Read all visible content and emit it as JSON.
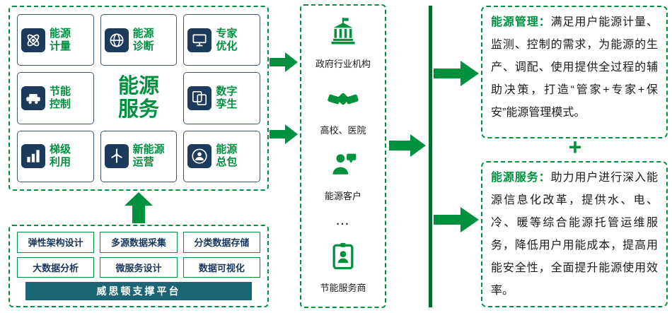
{
  "colors": {
    "green": "#00913F",
    "dark_green": "#046A31",
    "navy": "#1C3A5C",
    "teal": "#1B6675"
  },
  "left_panel": {
    "center_label": "能源\n服务",
    "items": [
      {
        "label": "能源\n计量",
        "icon": "atom-icon"
      },
      {
        "label": "能源\n诊断",
        "icon": "globe-icon"
      },
      {
        "label": "专家\n优化",
        "icon": "monitor-icon"
      },
      {
        "label": "节能\n控制",
        "icon": "car-icon"
      },
      {
        "label": "数字\n孪生",
        "icon": "twin-panels-icon"
      },
      {
        "label": "梯级\n利用",
        "icon": "level-bars-icon"
      },
      {
        "label": "新能源\n运营",
        "icon": "wind-turbine-icon"
      },
      {
        "label": "能源\n总包",
        "icon": "person-circle-icon"
      }
    ]
  },
  "platform_panel": {
    "items": [
      "弹性架构设计",
      "多源数据采集",
      "分类数据存储",
      "大数据分析",
      "微服务设计",
      "数据可视化"
    ],
    "bar_label": "威思顿支撑平台"
  },
  "customers_panel": {
    "items": [
      {
        "label": "政府行业机构",
        "icon": "government-building-icon"
      },
      {
        "label": "高校、医院",
        "icon": "handshake-icon"
      },
      {
        "label": "能源客户",
        "icon": "customer-person-icon"
      },
      {
        "label": "节能服务商",
        "icon": "id-badge-icon"
      }
    ],
    "ellipsis": "..."
  },
  "right_panels": [
    {
      "title": "能源管理：",
      "body": "满足用户能源计量、监测、控制的需求，为能源的生产、调配、使用提供全过程的辅助决策，打造“管家+专家+保安”能源管理模式。"
    },
    {
      "title": "能源服务：",
      "body": "助力用户进行深入能源信息化改革，提供水、电、冷、暖等综合能源托管运维服务，降低用户用能成本，提高用能安全性，全面提升能源使用效率。"
    }
  ],
  "plus_sign": "+"
}
